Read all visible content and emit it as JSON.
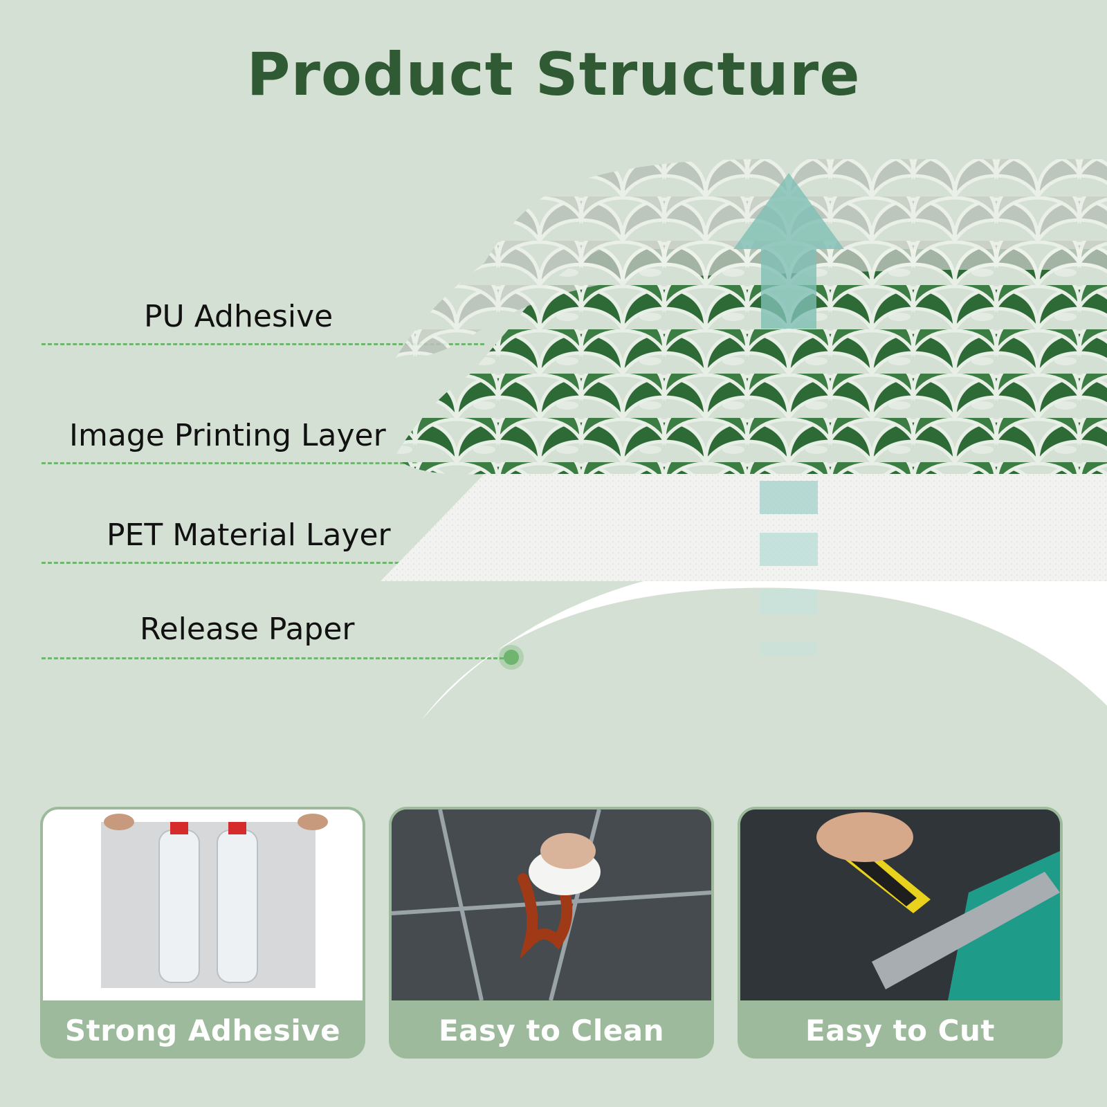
{
  "title": "Product Structure",
  "layers": [
    {
      "label": "PU Adhesive"
    },
    {
      "label": "Image Printing Layer"
    },
    {
      "label": "PET Material Layer"
    },
    {
      "label": "Release Paper"
    }
  ],
  "features": [
    {
      "label": "Strong Adhesive",
      "image": "bottles-on-sheet-photo"
    },
    {
      "label": "Easy to Clean",
      "image": "wiping-tile-photo"
    },
    {
      "label": "Easy to Cut",
      "image": "cutting-tile-photo"
    }
  ],
  "colors": {
    "background": "#d4e0d3",
    "title": "#2f5a33",
    "accent_green": "#6fb46f",
    "tile_green": "#2d6a35",
    "card_band": "#9dbb9c",
    "arrow": "#7fbfb5"
  }
}
